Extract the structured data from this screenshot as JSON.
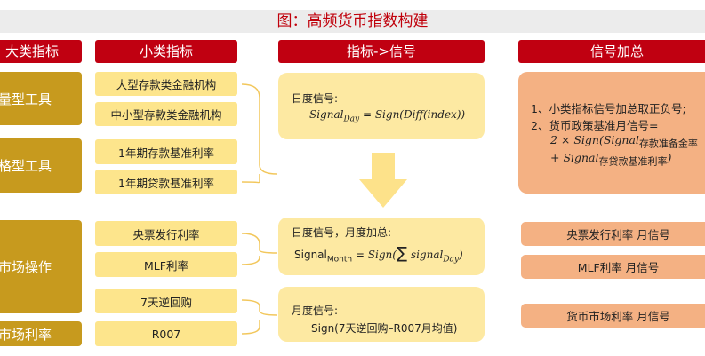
{
  "title": "图：高频货币指数构建",
  "headers": {
    "col1": "大类指标",
    "col2": "小类指标",
    "col3": "指标->信号",
    "col4": "信号加总"
  },
  "categories": [
    {
      "label": "量型工具"
    },
    {
      "label": "格型工具"
    },
    {
      "label": "开市场操作"
    },
    {
      "label": "币市场利率"
    }
  ],
  "subindicators": [
    "大型存款类金融机构",
    "中小型存款类金融机构",
    "1年期存款基准利率",
    "1年期贷款基准利率",
    "央票发行利率",
    "MLF利率",
    "7天逆回购",
    "R007"
  ],
  "signals": {
    "daily": {
      "heading": "日度信号:",
      "formula_lhs": "Signal",
      "formula_lhs_sub": "Day",
      "formula_rhs": "= Sign(Diff(index))"
    },
    "daily_monthly": {
      "heading": "日度信号，月度加总:",
      "formula_lhs": "Signal",
      "formula_lhs_sub": "Month",
      "formula_mid": "= Sign(",
      "formula_sum": "∑",
      "formula_term": "signal",
      "formula_term_sub": "Day",
      "formula_end": ")"
    },
    "monthly": {
      "heading": "月度信号:",
      "formula": "Sign(7天逆回购–R007月均值)"
    }
  },
  "aggregation": {
    "item1": "1、小类指标信号加总取正负号;",
    "item2": "2、货币政策基准月信号=",
    "formula_line1_pre": "2 × Sign(Signal",
    "formula_line1_sub": "存款准备金率",
    "formula_line2_pre": "+ Signal",
    "formula_line2_sub": "存贷款基准利率",
    "formula_line2_end": ")"
  },
  "monthly_signals": [
    "央票发行利率  月信号",
    "MLF利率  月信号",
    "货币市场利率  月信号"
  ],
  "colors": {
    "header_red": "#c00011",
    "category_gold": "#c79a1e",
    "sub_yellow": "#fde58c",
    "signal_yellow": "#fde9a2",
    "aggregate_salmon": "#f4b183",
    "arrow_yellow": "#fde28a"
  }
}
